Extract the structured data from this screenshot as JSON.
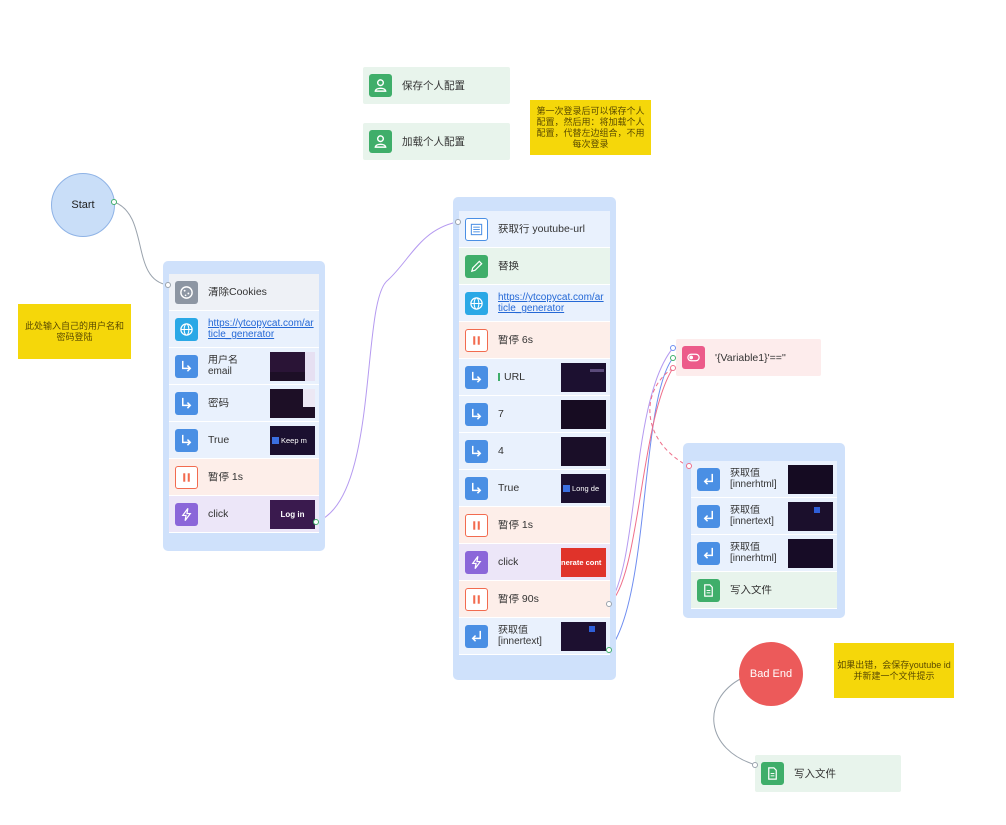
{
  "start": {
    "label": "Start"
  },
  "bad_end": {
    "label": "Bad End"
  },
  "notes": {
    "credentials": "此处输入自己的用户名和密码登陆",
    "profile": "第一次登录后可以保存个人配置，然后用：将加载个人配置，代替左边组合，不用每次登录",
    "error": "如果出错，会保存youtube id 并新建一个文件提示"
  },
  "profile_nodes": {
    "save": "保存个人配置",
    "load": "加载个人配置"
  },
  "group1": {
    "items": [
      {
        "type": "clear-cookies",
        "label": "清除Cookies"
      },
      {
        "type": "open-url",
        "label": "https://ytcopycat.com/article_generator"
      },
      {
        "type": "input",
        "label": "用户名 email"
      },
      {
        "type": "input",
        "label": "密码"
      },
      {
        "type": "input",
        "label": "True"
      },
      {
        "type": "pause",
        "label": "暂停 1s"
      },
      {
        "type": "click",
        "label": "click"
      }
    ],
    "thumbs": {
      "keep": "Keep m",
      "login": "Log in"
    }
  },
  "group2": {
    "items": [
      {
        "type": "get-row",
        "label": "获取行 youtube-url"
      },
      {
        "type": "edit",
        "label": "替换"
      },
      {
        "type": "open-url",
        "label": "https://ytcopycat.com/article_generator"
      },
      {
        "type": "pause",
        "label": "暂停 6s"
      },
      {
        "type": "input",
        "label": "URL"
      },
      {
        "type": "input",
        "label": "7"
      },
      {
        "type": "input",
        "label": "4"
      },
      {
        "type": "input",
        "label": "True"
      },
      {
        "type": "pause",
        "label": "暂停 1s"
      },
      {
        "type": "click",
        "label": "click"
      },
      {
        "type": "pause",
        "label": "暂停 90s"
      },
      {
        "type": "get-value",
        "label": "获取值 [innertext]"
      }
    ],
    "thumbs": {
      "long": "Long de",
      "generate": "nerate cont"
    }
  },
  "condition": {
    "label": "'{Variable1}'==''"
  },
  "group3": {
    "items": [
      {
        "type": "get-value",
        "label": "获取值 [innerhtml]"
      },
      {
        "type": "get-value",
        "label": "获取值 [innertext]"
      },
      {
        "type": "get-value",
        "label": "获取值 [innerhtml]"
      },
      {
        "type": "write-file",
        "label": "写入文件"
      }
    ]
  },
  "end_write": {
    "label": "写入文件"
  },
  "colors": {
    "pause": "#f26b4f",
    "input": "#4a8fe4",
    "click": "#8b67d9",
    "url": "#2aa8e6",
    "green": "#3fae6a",
    "cond": "#ec5b8a",
    "bad_end": "#ec5a5a",
    "start": "#c9def8"
  }
}
